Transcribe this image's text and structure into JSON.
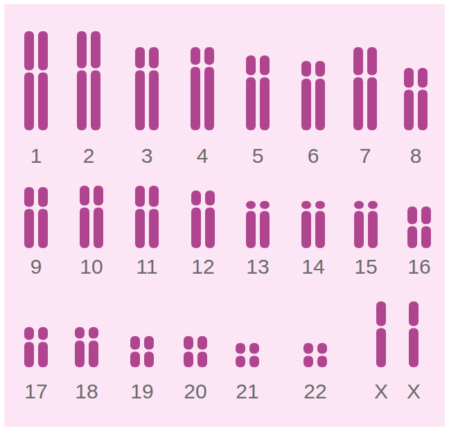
{
  "diagram": {
    "labels": [
      "1",
      "2",
      "3",
      "4",
      "5",
      "6",
      "7",
      "8",
      "9",
      "10",
      "11",
      "12",
      "13",
      "14",
      "15",
      "16",
      "17",
      "18",
      "19",
      "20",
      "21",
      "22",
      "X",
      "X"
    ]
  }
}
